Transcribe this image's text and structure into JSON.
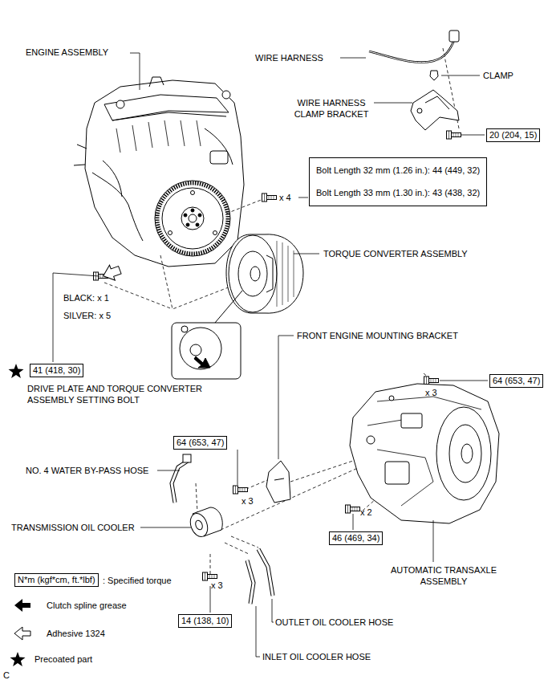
{
  "diagram": {
    "nodes": [
      {
        "text": [
          "20 (204, 15)"
        ]
      },
      {
        "text": [
          "Bolt Length 32 mm (1.26 in.): 44 (449, 32)",
          "Bolt Length 33 mm (1.30 in.): 43 (438, 32)"
        ]
      },
      {
        "text": [
          "41 (418, 30)"
        ]
      },
      {
        "text": [
          "64 (653, 47)"
        ]
      },
      {
        "text": [
          "64 (653, 47)"
        ]
      },
      {
        "text": [
          "46 (469, 34)"
        ]
      },
      {
        "text": [
          "14 (138, 10)"
        ]
      },
      {
        "text": [
          "N*m (kgf*cm, ft.*lbf)"
        ]
      }
    ],
    "labels": [
      "ENGINE ASSEMBLY",
      "WIRE HARNESS",
      "CLAMP",
      "WIRE HARNESS CLAMP BRACKET",
      "x 4",
      "TORQUE CONVERTER ASSEMBLY",
      "BLACK: x 1",
      "SILVER: x 5",
      "DRIVE PLATE AND TORQUE CONVERTER ASSEMBLY SETTING BOLT",
      "FRONT ENGINE MOUNTING BRACKET",
      "x 3",
      "NO. 4 WATER BY-PASS HOSE",
      "x 3",
      "TRANSMISSION OIL COOLER",
      "x 2",
      "x 3",
      "AUTOMATIC TRANSAXLE ASSEMBLY",
      "OUTLET OIL COOLER HOSE",
      "INLET OIL COOLER HOSE",
      "C"
    ],
    "legend": [
      {
        "text": ": Specified torque"
      },
      {
        "text": "Clutch spline grease"
      },
      {
        "text": "Adhesive 1324"
      },
      {
        "text": "Precoated part"
      }
    ]
  }
}
